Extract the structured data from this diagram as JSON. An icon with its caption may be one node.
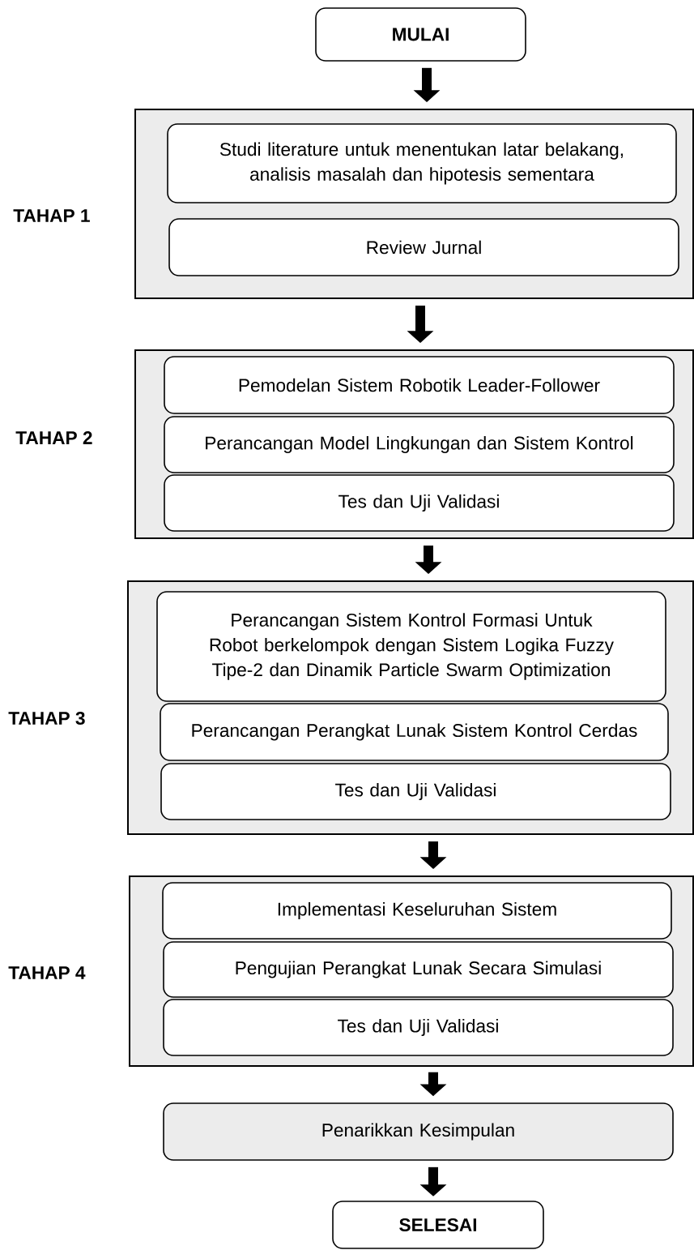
{
  "diagram": {
    "nodes": [
      {
        "text": [
          "MULAI"
        ]
      },
      {
        "text": [
          "TAHAP 1"
        ]
      },
      {
        "text": [
          "Studi literature untuk menentukan latar belakang, analisis masalah dan hipotesis sementara"
        ],
        "in": 1
      },
      {
        "text": [
          "Review Jurnal"
        ],
        "in": 1
      },
      {
        "text": [
          "TAHAP 2"
        ]
      },
      {
        "text": [
          "Pemodelan Sistem Robotik Leader-Follower"
        ],
        "in": 4
      },
      {
        "text": [
          "Perancangan Model Lingkungan dan Sistem Kontrol"
        ],
        "in": 4
      },
      {
        "text": [
          "Tes dan Uji Validasi"
        ],
        "in": 4
      },
      {
        "text": [
          "TAHAP 3"
        ]
      },
      {
        "text": [
          "Perancangan Sistem Kontrol Formasi Untuk Robot berkelompok dengan Sistem Logika Fuzzy Tipe-2 dan Dinamik Particle Swarm Optimization"
        ],
        "in": 8
      },
      {
        "text": [
          "Perancangan Perangkat Lunak Sistem Kontrol Cerdas"
        ],
        "in": 8
      },
      {
        "text": [
          "Tes dan Uji Validasi"
        ],
        "in": 8
      },
      {
        "text": [
          "TAHAP 4"
        ]
      },
      {
        "text": [
          "Implementasi Keseluruhan Sistem"
        ],
        "in": 12
      },
      {
        "text": [
          "Pengujian Perangkat Lunak Secara Simulasi"
        ],
        "in": 12
      },
      {
        "text": [
          "Tes dan Uji Validasi"
        ],
        "in": 12
      },
      {
        "text": [
          "Penarikkan Kesimpulan"
        ]
      },
      {
        "text": [
          "SELESAI"
        ]
      }
    ],
    "edges": [
      {
        "from": 0,
        "to": 1,
        "arrow": "to"
      },
      {
        "from": 1,
        "to": 4,
        "arrow": "to"
      },
      {
        "from": 4,
        "to": 8,
        "arrow": "to"
      },
      {
        "from": 8,
        "to": 12,
        "arrow": "to"
      },
      {
        "from": 12,
        "to": 16,
        "arrow": "to"
      },
      {
        "from": 16,
        "to": 17,
        "arrow": "to"
      }
    ]
  }
}
